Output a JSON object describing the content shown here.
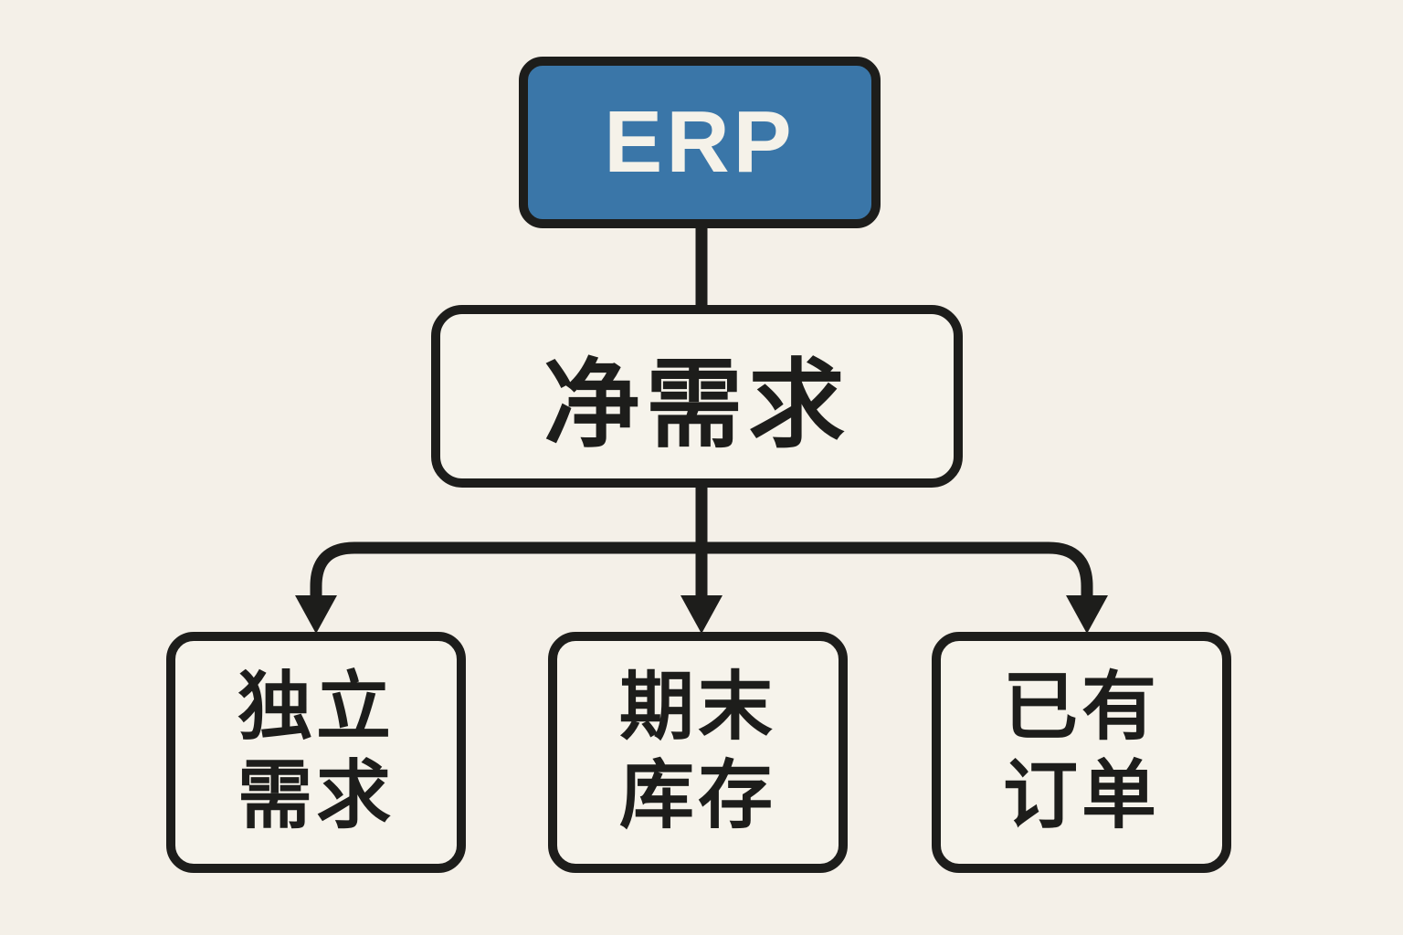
{
  "diagram_type": "flowchart",
  "colors": {
    "bg": "#f4f0e8",
    "box-fill": "#f6f3eb",
    "line": "#1d1d1b",
    "accent": "#3a76a8",
    "accent-text": "#f5f2e9",
    "text": "#1d1d1b"
  },
  "nodes": {
    "erp": {
      "label": "ERP"
    },
    "net_requirement": {
      "label": "净需求"
    },
    "independent_demand": {
      "label": "独立需求",
      "lines": [
        "独立",
        "需求"
      ]
    },
    "ending_inventory": {
      "label": "期末库存",
      "lines": [
        "期末",
        "库存"
      ]
    },
    "existing_orders": {
      "label": "已有订单",
      "lines": [
        "已有",
        "订单"
      ]
    }
  },
  "edges": [
    {
      "from": "erp",
      "to": "net_requirement",
      "arrow": false
    },
    {
      "from": "net_requirement",
      "to": "independent_demand",
      "arrow": true
    },
    {
      "from": "net_requirement",
      "to": "ending_inventory",
      "arrow": true
    },
    {
      "from": "net_requirement",
      "to": "existing_orders",
      "arrow": true
    }
  ]
}
